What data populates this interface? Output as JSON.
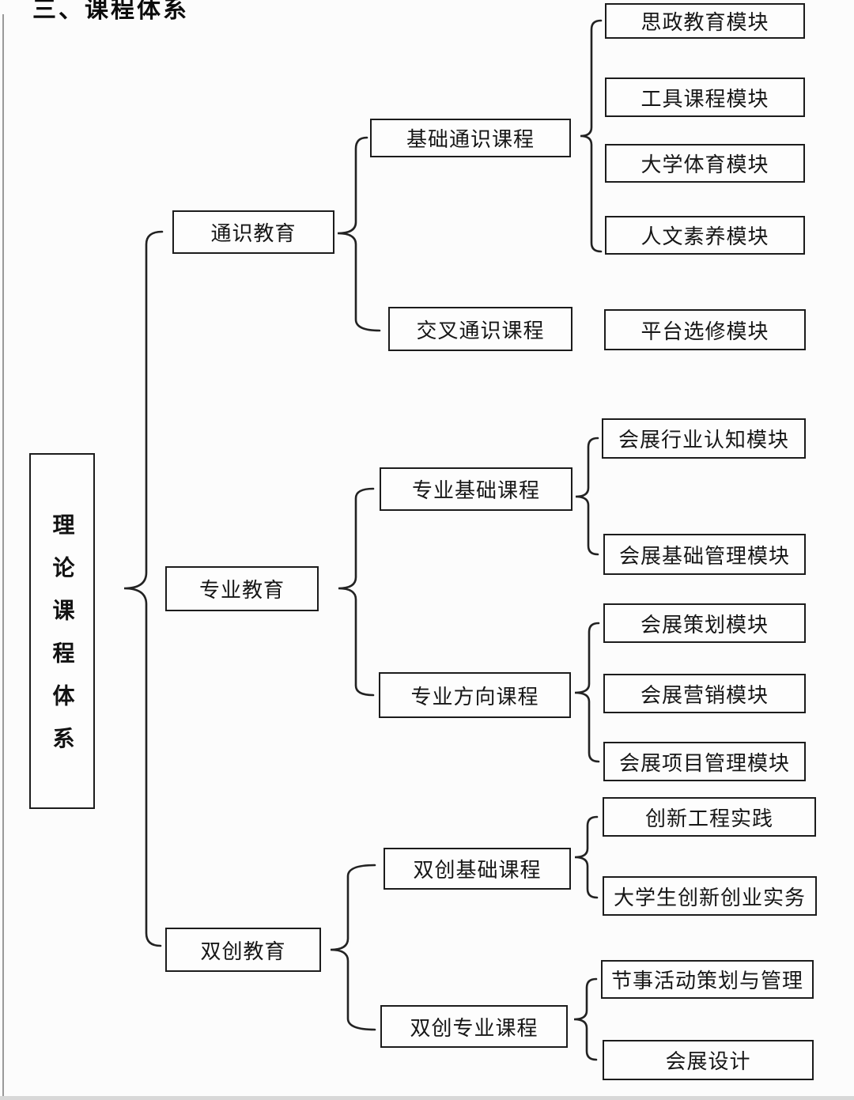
{
  "page": {
    "title": "三、课程体系"
  },
  "diagram": {
    "root": {
      "label": "理论课程体系"
    },
    "branches": [
      {
        "label": "通识教育",
        "children": [
          {
            "label": "基础通识课程",
            "modules": [
              "思政教育模块",
              "工具课程模块",
              "大学体育模块",
              "人文素养模块"
            ]
          },
          {
            "label": "交叉通识课程",
            "modules": [
              "平台选修模块"
            ]
          }
        ]
      },
      {
        "label": "专业教育",
        "children": [
          {
            "label": "专业基础课程",
            "modules": [
              "会展行业认知模块",
              "会展基础管理模块"
            ]
          },
          {
            "label": "专业方向课程",
            "modules": [
              "会展策划模块",
              "会展营销模块",
              "会展项目管理模块"
            ]
          }
        ]
      },
      {
        "label": "双创教育",
        "children": [
          {
            "label": "双创基础课程",
            "modules": [
              "创新工程实践",
              "大学生创新创业实务"
            ]
          },
          {
            "label": "双创专业课程",
            "modules": [
              "节事活动策划与管理",
              "会展设计"
            ]
          }
        ]
      }
    ],
    "colors": {
      "line": "#222222",
      "border": "#1c1c1c",
      "background": "#fcfcfc"
    }
  }
}
